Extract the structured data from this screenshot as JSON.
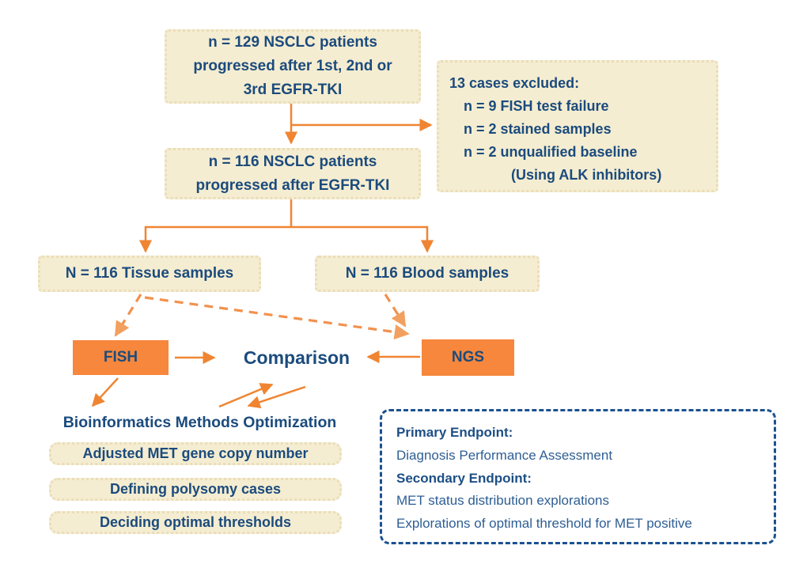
{
  "palette": {
    "background": "#ffffff",
    "note_box_fill": "#f5edd1",
    "note_box_edge": "#e9ddb8",
    "tool_box_orange": "#f6873c",
    "arrow_orange": "#ef8532",
    "dashed_arrow_orange": "#f2914d",
    "text_navy": "#1b4b7d",
    "endpoint_border_navy": "#1b5191",
    "endpoint_text_navy": "#2e5e94"
  },
  "flow": {
    "patients_129": {
      "line1": "n = 129 NSCLC patients",
      "line2": "progressed after 1st, 2nd or",
      "line3": "3rd EGFR-TKI"
    },
    "excluded": {
      "title": "13 cases excluded:",
      "item1": "n = 9 FISH test failure",
      "item2": "n = 2 stained samples",
      "item3": "n = 2 unqualified baseline",
      "item3_note": "(Using ALK inhibitors)"
    },
    "patients_116": {
      "line1": "n = 116 NSCLC patients",
      "line2": "progressed after EGFR-TKI"
    },
    "tissue_label": "N = 116 Tissue samples",
    "blood_label": "N = 116 Blood samples",
    "fish_label": "FISH",
    "ngs_label": "NGS",
    "comparison_label": "Comparison",
    "bioinformatics_label": "Bioinformatics Methods Optimization",
    "steps": [
      "Adjusted MET gene copy number",
      "Defining polysomy cases",
      "Deciding optimal thresholds"
    ],
    "endpoints": {
      "primary_label": "Primary Endpoint:",
      "primary_text": "Diagnosis Performance Assessment",
      "secondary_label": "Secondary Endpoint:",
      "secondary_text_1": "MET status distribution explorations",
      "secondary_text_2": "Explorations of optimal threshold for MET positive"
    }
  }
}
